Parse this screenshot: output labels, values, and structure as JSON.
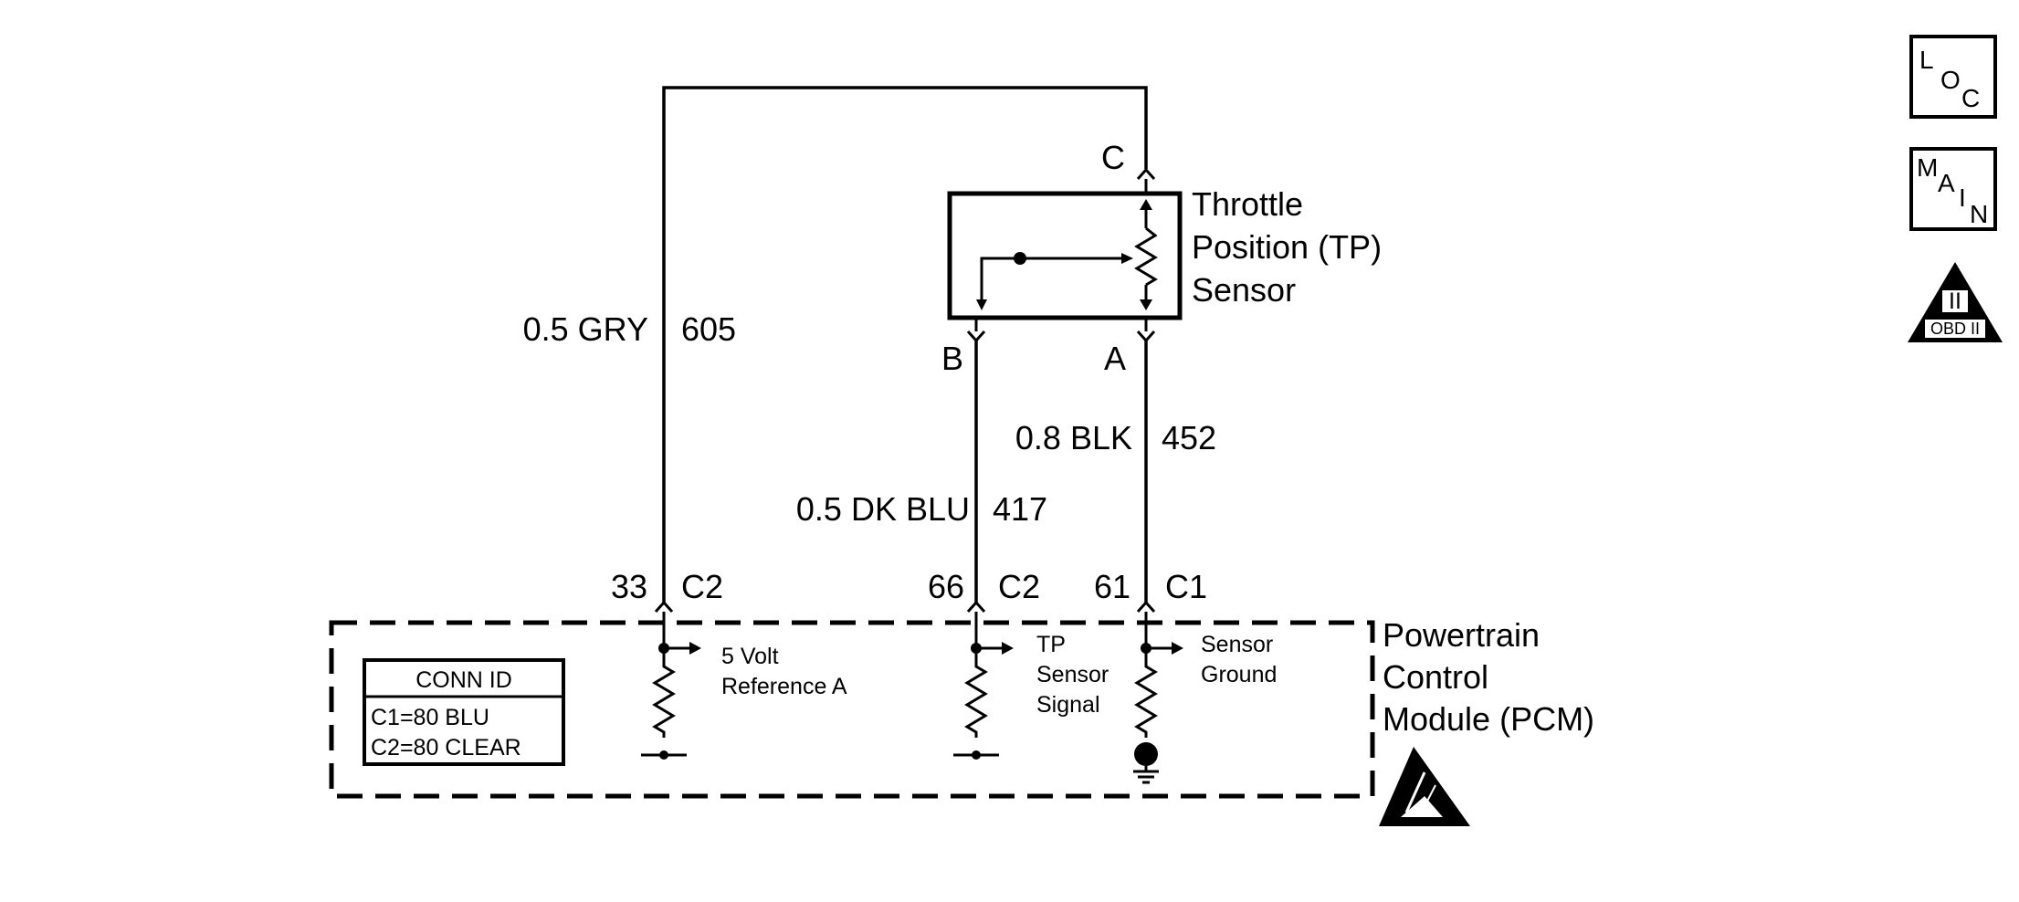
{
  "diagram": {
    "wires": {
      "reference": {
        "gauge_color": "0.5 GRY",
        "circuit": "605"
      },
      "signal": {
        "gauge_color": "0.5 DK BLU",
        "circuit": "417"
      },
      "ground": {
        "gauge_color": "0.8 BLK",
        "circuit": "452"
      }
    },
    "sensor": {
      "name_line1": "Throttle",
      "name_line2": "Position (TP)",
      "name_line3": "Sensor",
      "terminal_a": "A",
      "terminal_b": "B",
      "terminal_c": "C"
    },
    "pcm": {
      "name_line1": "Powertrain",
      "name_line2": "Control",
      "name_line3": "Module (PCM)",
      "pins": {
        "ref_pin": "33",
        "ref_conn": "C2",
        "sig_pin": "66",
        "sig_conn": "C2",
        "gnd_pin": "61",
        "gnd_conn": "C1"
      },
      "circuits": {
        "ref_line1": "5 Volt",
        "ref_line2": "Reference A",
        "sig_line1": "TP",
        "sig_line2": "Sensor",
        "sig_line3": "Signal",
        "gnd_line1": "Sensor",
        "gnd_line2": "Ground"
      },
      "conn_id": {
        "title": "CONN ID",
        "line1": "C1=80 BLU",
        "line2": "C2=80 CLEAR"
      }
    },
    "icons": {
      "loc": {
        "l": "L",
        "o": "O",
        "c": "C"
      },
      "main": {
        "m": "M",
        "a": "A",
        "i": "I",
        "n": "N"
      },
      "obd": {
        "numeral": "II",
        "text": "OBD II"
      }
    }
  }
}
